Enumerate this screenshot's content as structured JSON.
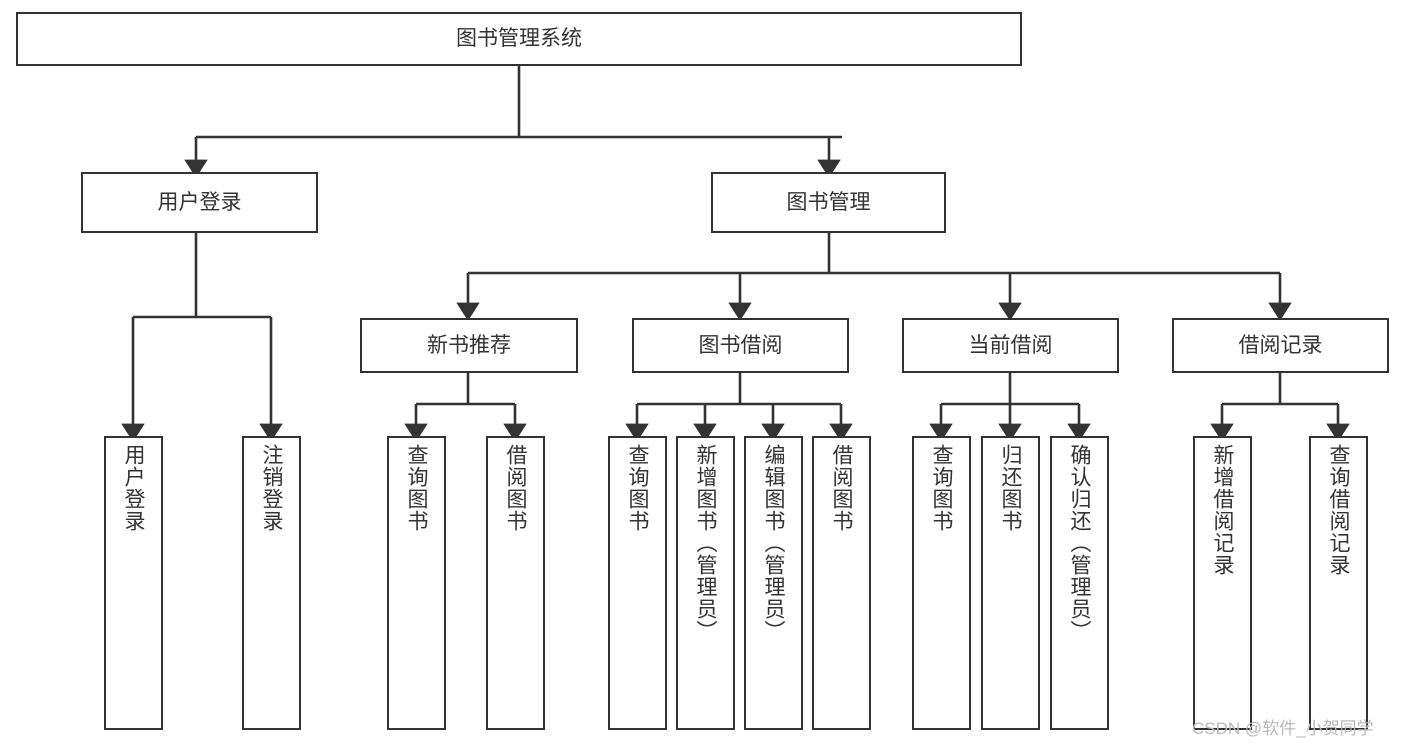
{
  "diagram": {
    "type": "tree-hierarchy",
    "orientation": "top-down",
    "title_text": "图书管理系统",
    "watermark": "CSDN @软件_小贺同学",
    "colors": {
      "stroke": "#333333",
      "fill": "#ffffff",
      "text": "#333333",
      "watermark": "#b9b9b9"
    },
    "levels": [
      {
        "level": 0,
        "label": "root",
        "nodes": [
          {
            "id": "root",
            "label": "图书管理系统",
            "orientation": "horizontal"
          }
        ]
      },
      {
        "level": 1,
        "label": "modules",
        "nodes": [
          {
            "id": "login",
            "label": "用户登录",
            "orientation": "horizontal"
          },
          {
            "id": "bookmgmt",
            "label": "图书管理",
            "orientation": "horizontal"
          }
        ]
      },
      {
        "level": 2,
        "label": "submodules",
        "nodes": [
          {
            "id": "newbook",
            "label": "新书推荐",
            "orientation": "horizontal"
          },
          {
            "id": "borrow",
            "label": "图书借阅",
            "orientation": "horizontal"
          },
          {
            "id": "current",
            "label": "当前借阅",
            "orientation": "horizontal"
          },
          {
            "id": "records",
            "label": "借阅记录",
            "orientation": "horizontal"
          }
        ]
      },
      {
        "level": 3,
        "label": "leaf-operations",
        "nodes": [
          {
            "id": "leaf-1",
            "parent": "login",
            "label": "用户登录",
            "orientation": "vertical"
          },
          {
            "id": "leaf-2",
            "parent": "login",
            "label": "注销登录",
            "orientation": "vertical"
          },
          {
            "id": "leaf-3",
            "parent": "newbook",
            "label": "查询图书",
            "orientation": "vertical"
          },
          {
            "id": "leaf-4",
            "parent": "newbook",
            "label": "借阅图书",
            "orientation": "vertical"
          },
          {
            "id": "leaf-5",
            "parent": "borrow",
            "label": "查询图书",
            "orientation": "vertical"
          },
          {
            "id": "leaf-6",
            "parent": "borrow",
            "label": "新增图书（管理员）",
            "orientation": "vertical"
          },
          {
            "id": "leaf-7",
            "parent": "borrow",
            "label": "编辑图书（管理员）",
            "orientation": "vertical"
          },
          {
            "id": "leaf-8",
            "parent": "borrow",
            "label": "借阅图书",
            "orientation": "vertical"
          },
          {
            "id": "leaf-9",
            "parent": "current",
            "label": "查询图书",
            "orientation": "vertical"
          },
          {
            "id": "leaf-10",
            "parent": "current",
            "label": "归还图书",
            "orientation": "vertical"
          },
          {
            "id": "leaf-11",
            "parent": "current",
            "label": "确认归还（管理员）",
            "orientation": "vertical"
          },
          {
            "id": "leaf-12",
            "parent": "records",
            "label": "新增借阅记录",
            "orientation": "vertical"
          },
          {
            "id": "leaf-13",
            "parent": "records",
            "label": "查询借阅记录",
            "orientation": "vertical"
          }
        ]
      }
    ],
    "edges": [
      {
        "from": "root",
        "to": "login"
      },
      {
        "from": "root",
        "to": "bookmgmt"
      },
      {
        "from": "login",
        "to": "leaf-1"
      },
      {
        "from": "login",
        "to": "leaf-2"
      },
      {
        "from": "bookmgmt",
        "to": "newbook"
      },
      {
        "from": "bookmgmt",
        "to": "borrow"
      },
      {
        "from": "bookmgmt",
        "to": "current"
      },
      {
        "from": "bookmgmt",
        "to": "records"
      },
      {
        "from": "newbook",
        "to": "leaf-3"
      },
      {
        "from": "newbook",
        "to": "leaf-4"
      },
      {
        "from": "borrow",
        "to": "leaf-5"
      },
      {
        "from": "borrow",
        "to": "leaf-6"
      },
      {
        "from": "borrow",
        "to": "leaf-7"
      },
      {
        "from": "borrow",
        "to": "leaf-8"
      },
      {
        "from": "current",
        "to": "leaf-9"
      },
      {
        "from": "current",
        "to": "leaf-10"
      },
      {
        "from": "current",
        "to": "leaf-11"
      },
      {
        "from": "records",
        "to": "leaf-12"
      },
      {
        "from": "records",
        "to": "leaf-13"
      }
    ]
  }
}
